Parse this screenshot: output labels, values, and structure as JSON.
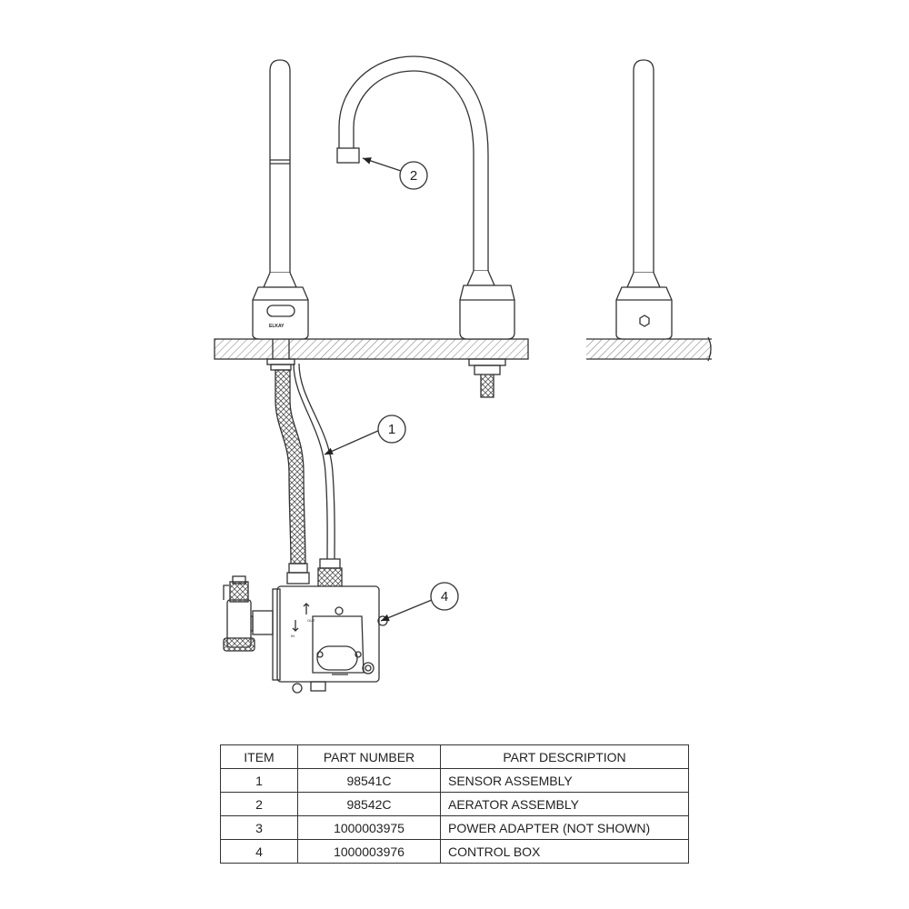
{
  "brand": "ELKAY",
  "box_labels": {
    "inlet": "IN",
    "outlet": "OUT"
  },
  "callouts": [
    "1",
    "2",
    "4"
  ],
  "table": {
    "headers": {
      "item": "ITEM",
      "part_number": "PART NUMBER",
      "description": "PART DESCRIPTION"
    },
    "rows": [
      {
        "item": "1",
        "part_number": "98541C",
        "description": "SENSOR ASSEMBLY"
      },
      {
        "item": "2",
        "part_number": "98542C",
        "description": "AERATOR ASSEMBLY"
      },
      {
        "item": "3",
        "part_number": "1000003975",
        "description": "POWER ADAPTER (NOT SHOWN)"
      },
      {
        "item": "4",
        "part_number": "1000003976",
        "description": "CONTROL BOX"
      }
    ]
  }
}
